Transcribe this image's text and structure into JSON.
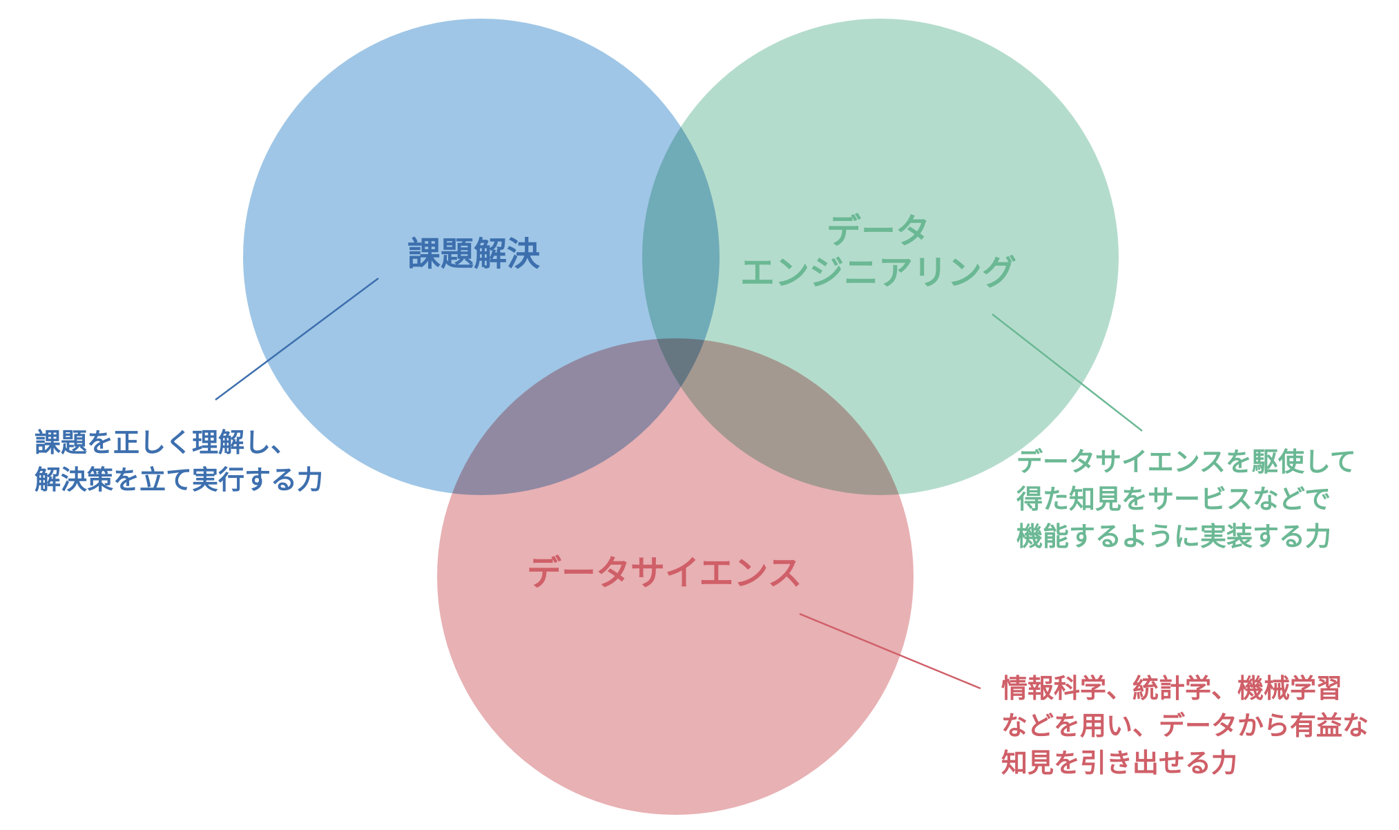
{
  "colors": {
    "problem_circle": "#9fc6e6",
    "problem_text": "#3d6fae",
    "engineering_circle": "#b4dccc",
    "engineering_text": "#6bb894",
    "science_circle": "#e8b1b4",
    "science_text": "#cf5f68"
  },
  "nodes": {
    "problem_solving": {
      "title": "課題解決",
      "description_lines": [
        "課題を正しく理解し、",
        "解決策を立て実行する力"
      ]
    },
    "data_engineering": {
      "title_lines": [
        "データ",
        "エンジニアリング"
      ],
      "description_lines": [
        "データサイエンスを駆使して",
        "得た知見をサービスなどで",
        "機能するように実装する力"
      ]
    },
    "data_science": {
      "title": "データサイエンス",
      "description_lines": [
        "情報科学、統計学、機械学習",
        "などを用い、データから有益な",
        "知見を引き出せる力"
      ]
    }
  }
}
